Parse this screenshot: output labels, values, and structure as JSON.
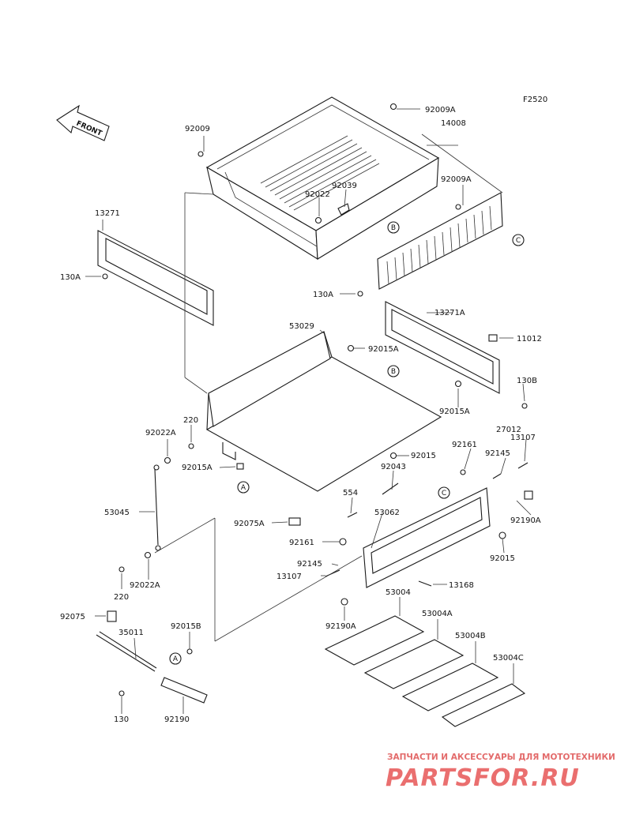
{
  "figure_code": "F2520",
  "front_label": "FRONT",
  "watermark": {
    "tagline": "ЗАПЧАСТИ И АКСЕССУАРЫ ДЛЯ МОТОТЕХНИКИ",
    "brand": "PARTSFOR.RU"
  },
  "callouts": {
    "A": "A",
    "B": "B",
    "C": "C"
  },
  "parts": {
    "p92009": "92009",
    "p92009A_top": "92009A",
    "p14008": "14008",
    "p92009A_right": "92009A",
    "p92039": "92039",
    "p92022": "92022",
    "p13271": "13271",
    "p130A_left": "130A",
    "p130A_mid": "130A",
    "p13271A": "13271A",
    "p53029": "53029",
    "p92015A_top": "92015A",
    "p11012": "11012",
    "p130B": "130B",
    "p92015A_right": "92015A",
    "p220_top": "220",
    "p92022A_top": "92022A",
    "p92015A_left": "92015A",
    "p92015": "92015",
    "p92043": "92043",
    "p27012": "27012",
    "p13107_top": "13107",
    "p92161_top": "92161",
    "p92145_top": "92145",
    "p53045": "53045",
    "p554": "554",
    "p53062": "53062",
    "p92190A_right": "92190A",
    "p92075A": "92075A",
    "p92161_mid": "92161",
    "p92015_right": "92015",
    "p92145_mid": "92145",
    "p13107_mid": "13107",
    "p13168": "13168",
    "p92022A_bottom": "92022A",
    "p220_bottom": "220",
    "p53004": "53004",
    "p92075": "92075",
    "p53004A": "53004A",
    "p35011": "35011",
    "p92015B": "92015B",
    "p92190A_bottom": "92190A",
    "p53004B": "53004B",
    "p53004C": "53004C",
    "p130": "130",
    "p92190": "92190"
  }
}
